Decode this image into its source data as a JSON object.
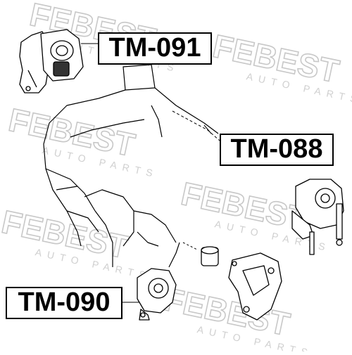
{
  "watermark": {
    "brand": "FEBEST",
    "tagline": "AUTO PARTS",
    "color": "#c9c9c9"
  },
  "part_labels": {
    "tm_091": "TM-091",
    "tm_088": "TM-088",
    "tm_090": "TM-090"
  },
  "colors": {
    "line": "#000000",
    "background": "#ffffff"
  }
}
